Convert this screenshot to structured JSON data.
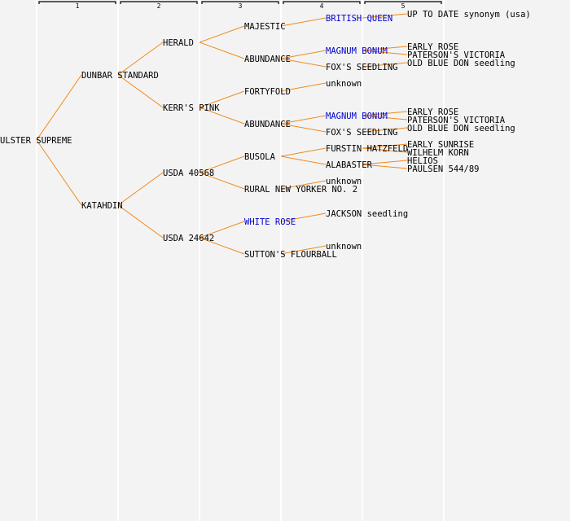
{
  "title": "Pedigree of ULSTER SUPREME",
  "colors": {
    "background": "#f3f3f3",
    "line": "#f08a1c",
    "text": "#000000",
    "highlight": "#0000cc",
    "separator": "#ffffff",
    "bracket": "#000000"
  },
  "generations": [
    "1",
    "2",
    "3",
    "4",
    "5"
  ],
  "tree": {
    "name": "ULSTER SUPREME",
    "children": [
      {
        "name": "DUNBAR STANDARD",
        "children": [
          {
            "name": "HERALD",
            "children": [
              {
                "name": "MAJESTIC",
                "children": [
                  {
                    "name": "BRITISH QUEEN",
                    "highlight": true,
                    "children": [
                      {
                        "name": "UP TO DATE synonym (usa)"
                      }
                    ]
                  }
                ]
              },
              {
                "name": "ABUNDANCE",
                "children": [
                  {
                    "name": "MAGNUM BONUM",
                    "highlight": true,
                    "children": [
                      {
                        "name": "EARLY ROSE"
                      },
                      {
                        "name": "PATERSON'S VICTORIA"
                      }
                    ]
                  },
                  {
                    "name": "FOX'S SEEDLING",
                    "children": [
                      {
                        "name": "OLD BLUE DON seedling"
                      }
                    ]
                  }
                ]
              }
            ]
          },
          {
            "name": "KERR'S PINK",
            "children": [
              {
                "name": "FORTYFOLD",
                "children": [
                  {
                    "name": "unknown"
                  }
                ]
              },
              {
                "name": "ABUNDANCE",
                "children": [
                  {
                    "name": "MAGNUM BONUM",
                    "highlight": true,
                    "children": [
                      {
                        "name": "EARLY ROSE"
                      },
                      {
                        "name": "PATERSON'S VICTORIA"
                      }
                    ]
                  },
                  {
                    "name": "FOX'S SEEDLING",
                    "children": [
                      {
                        "name": "OLD BLUE DON seedling"
                      }
                    ]
                  }
                ]
              }
            ]
          }
        ]
      },
      {
        "name": "KATAHDIN",
        "children": [
          {
            "name": "USDA 40568",
            "children": [
              {
                "name": "BUSOLA",
                "children": [
                  {
                    "name": "FURSTIN HATZFELD",
                    "children": [
                      {
                        "name": "EARLY SUNRISE"
                      },
                      {
                        "name": "WILHELM KORN"
                      }
                    ]
                  },
                  {
                    "name": "ALABASTER",
                    "children": [
                      {
                        "name": "HELIOS"
                      },
                      {
                        "name": "PAULSEN 544/89"
                      }
                    ]
                  }
                ]
              },
              {
                "name": "RURAL NEW YORKER NO. 2",
                "children": [
                  {
                    "name": "unknown"
                  }
                ]
              }
            ]
          },
          {
            "name": "USDA 24642",
            "children": [
              {
                "name": "WHITE ROSE",
                "highlight": true,
                "children": [
                  {
                    "name": "JACKSON seedling"
                  }
                ]
              },
              {
                "name": "SUTTON'S FLOURBALL",
                "children": [
                  {
                    "name": "unknown"
                  }
                ]
              }
            ]
          }
        ]
      }
    ]
  }
}
